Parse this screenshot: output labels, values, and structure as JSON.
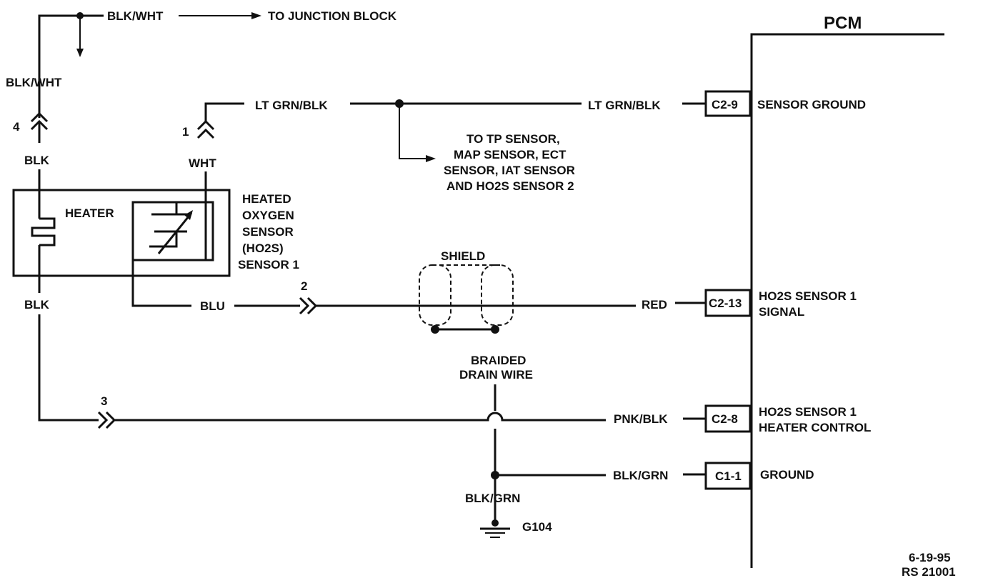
{
  "pcm": {
    "title": "PCM"
  },
  "top": {
    "wire": "BLK/WHT",
    "destination": "TO JUNCTION BLOCK"
  },
  "sensor": {
    "heater_label": "HEATER",
    "name_lines": [
      "HEATED",
      "OXYGEN",
      "SENSOR",
      "(HO2S)",
      "SENSOR 1"
    ]
  },
  "wires": {
    "pin4_wire_upper": "BLK/WHT",
    "pin4_wire_lower": "BLK",
    "pin1_wire_lower": "WHT",
    "sensor_ground_wire_left": "LT GRN/BLK",
    "sensor_ground_wire_right": "LT GRN/BLK",
    "heater_ground_wire": "BLK",
    "signal_wire_left": "BLU",
    "signal_wire_right": "RED",
    "heater_control_wire": "PNK/BLK",
    "ground_wire_right": "BLK/GRN",
    "ground_wire_bottom": "BLK/GRN"
  },
  "connectors": {
    "pin1": "1",
    "pin2": "2",
    "pin3": "3",
    "pin4": "4"
  },
  "branch_note": [
    "TO TP SENSOR,",
    "MAP SENSOR, ECT",
    "SENSOR, IAT SENSOR",
    "AND HO2S SENSOR 2"
  ],
  "shield": {
    "label": "SHIELD",
    "drain_lines": [
      "BRAIDED",
      "DRAIN WIRE"
    ]
  },
  "ground_point": "G104",
  "pcm_terminals": [
    {
      "pin": "C2-9",
      "lines": [
        "SENSOR GROUND"
      ]
    },
    {
      "pin": "C2-13",
      "lines": [
        "HO2S SENSOR 1",
        "SIGNAL"
      ]
    },
    {
      "pin": "C2-8",
      "lines": [
        "HO2S SENSOR 1",
        "HEATER CONTROL"
      ]
    },
    {
      "pin": "C1-1",
      "lines": [
        "GROUND"
      ]
    }
  ],
  "footer": {
    "date": "6-19-95",
    "ref": "RS 21001"
  }
}
